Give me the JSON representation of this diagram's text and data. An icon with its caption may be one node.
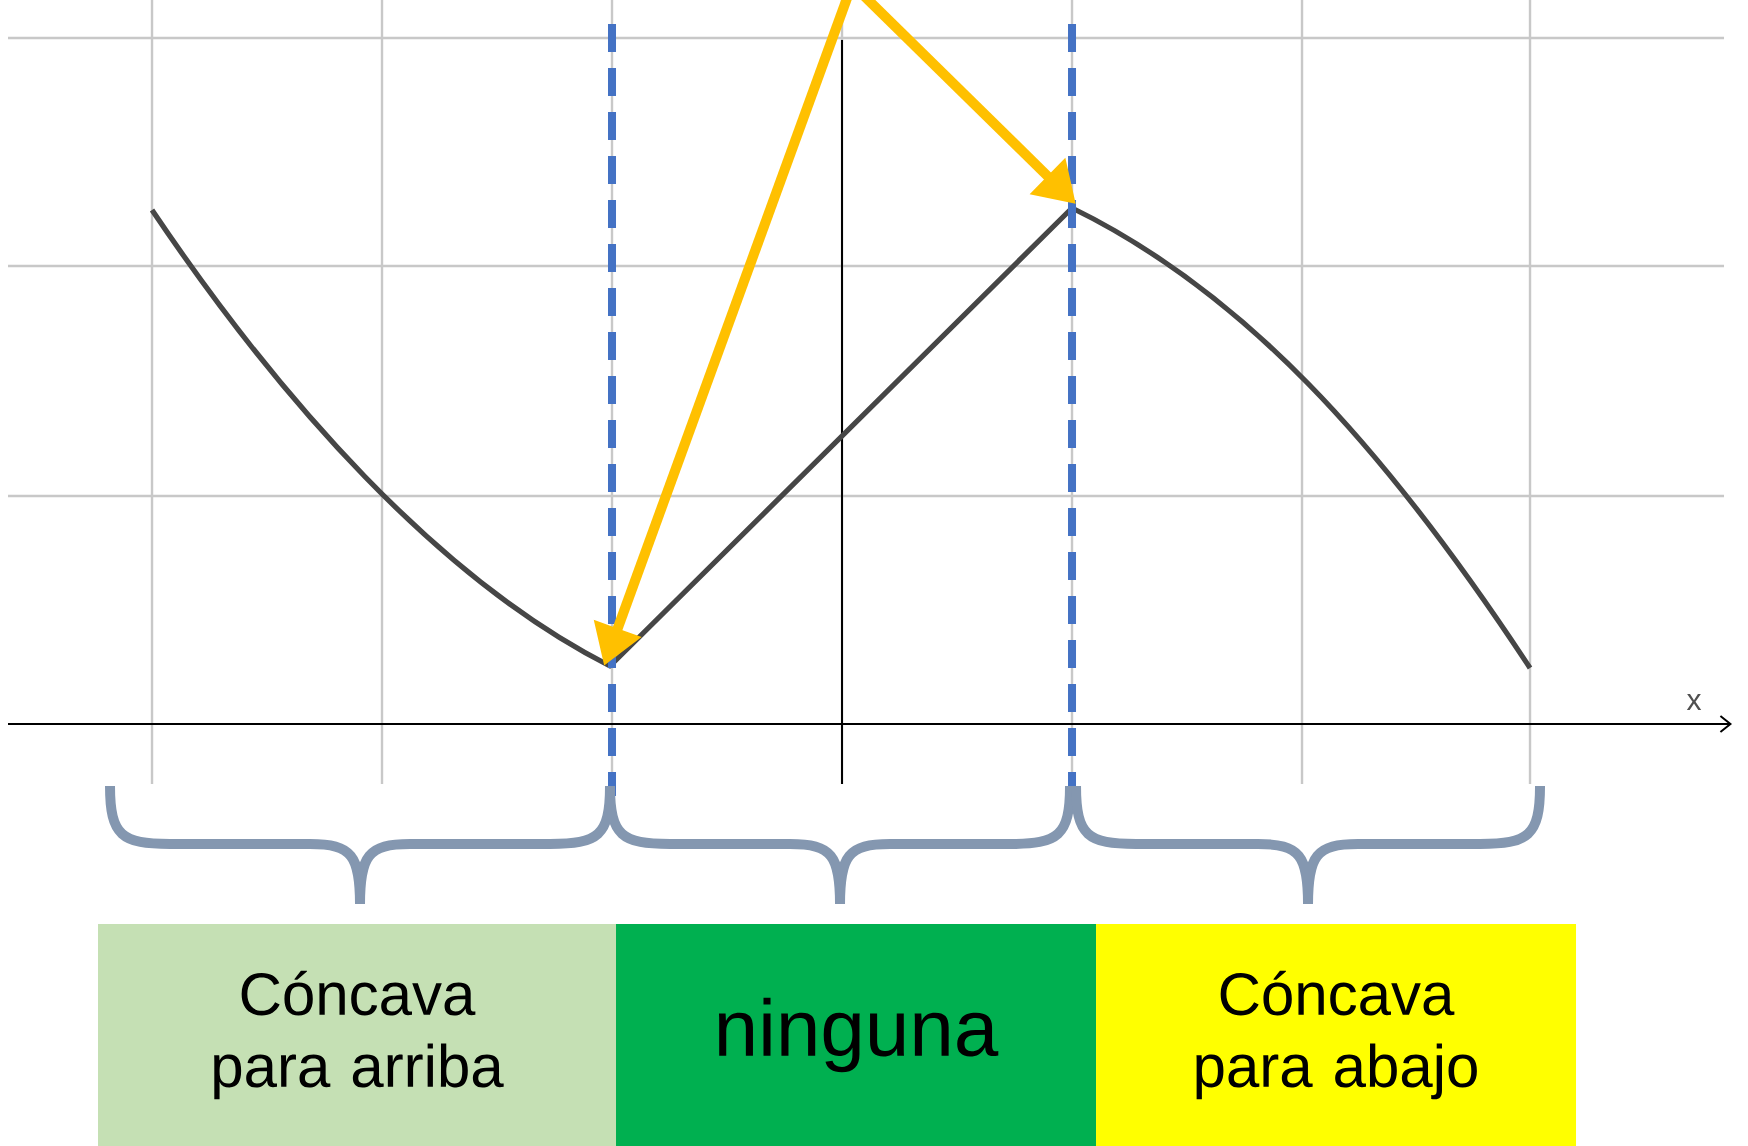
{
  "diagram": {
    "nodes": [
      {
        "text": [
          "Cóncava para arriba"
        ]
      },
      {
        "text": [
          "ninguna"
        ]
      },
      {
        "text": [
          "Cóncava para abajo"
        ]
      }
    ],
    "labels": [
      "x"
    ]
  }
}
